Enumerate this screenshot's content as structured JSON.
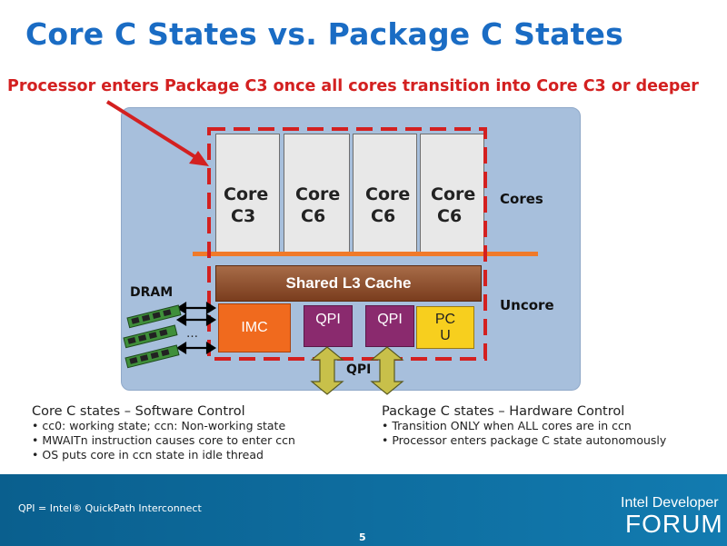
{
  "title": "Core C States vs. Package C States",
  "subtitle": "Processor enters Package C3 once all cores transition into Core C3 or deeper",
  "diagram": {
    "cores": [
      {
        "label_line1": "Core",
        "label_line2": "C3"
      },
      {
        "label_line1": "Core",
        "label_line2": "C6"
      },
      {
        "label_line1": "Core",
        "label_line2": "C6"
      },
      {
        "label_line1": "Core",
        "label_line2": "C6"
      }
    ],
    "cores_label": "Cores",
    "uncore_label": "Uncore",
    "l3_label": "Shared L3 Cache",
    "imc_label": "IMC",
    "qpi1_label": "QPI",
    "qpi2_label": "QPI",
    "pcu_line1": "PC",
    "pcu_line2": "U",
    "qpi_link_label": "QPI",
    "dram_label": "DRAM",
    "dram_ellipsis": "…",
    "colors": {
      "panel": "#a7bfdc",
      "dashed_border": "#d32020",
      "orange_line": "#f07a2a",
      "l3": "#8a4a28",
      "imc": "#f06a1e",
      "qpi": "#8a2a6e",
      "pcu": "#f7cf1e",
      "link_arrow": "#c8c04a"
    }
  },
  "left_section": {
    "heading": "Core C states – Software Control",
    "items": [
      "cc0: working state; ccn: Non-working state",
      "MWAITn instruction causes core to enter ccn",
      "OS puts core in ccn state in idle thread"
    ]
  },
  "right_section": {
    "heading": "Package C states – Hardware Control",
    "items": [
      "Transition ONLY when ALL cores are in ccn",
      "Processor enters package C state autonomously"
    ]
  },
  "footer": {
    "note": "QPI = Intel® QuickPath Interconnect",
    "brand_line1": "Intel Developer",
    "brand_line2": "FORUM",
    "page_number": "5"
  }
}
